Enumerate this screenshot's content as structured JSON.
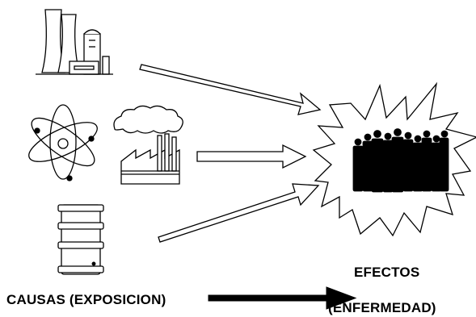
{
  "labels": {
    "causes": "CAUSAS (EXPOSICION)",
    "effects": "EFECTOS",
    "disease": "(ENFERMEDAD)"
  },
  "icons": {
    "power_plant": "power-plant-icon",
    "atom": "atom-icon",
    "factory": "factory-smoke-icon",
    "barrel": "barrel-icon",
    "people": "crowd-silhouette-icon",
    "burst": "starburst-icon"
  },
  "colors": {
    "stroke": "#000000",
    "fill": "#ffffff",
    "silhouette": "#000000"
  }
}
